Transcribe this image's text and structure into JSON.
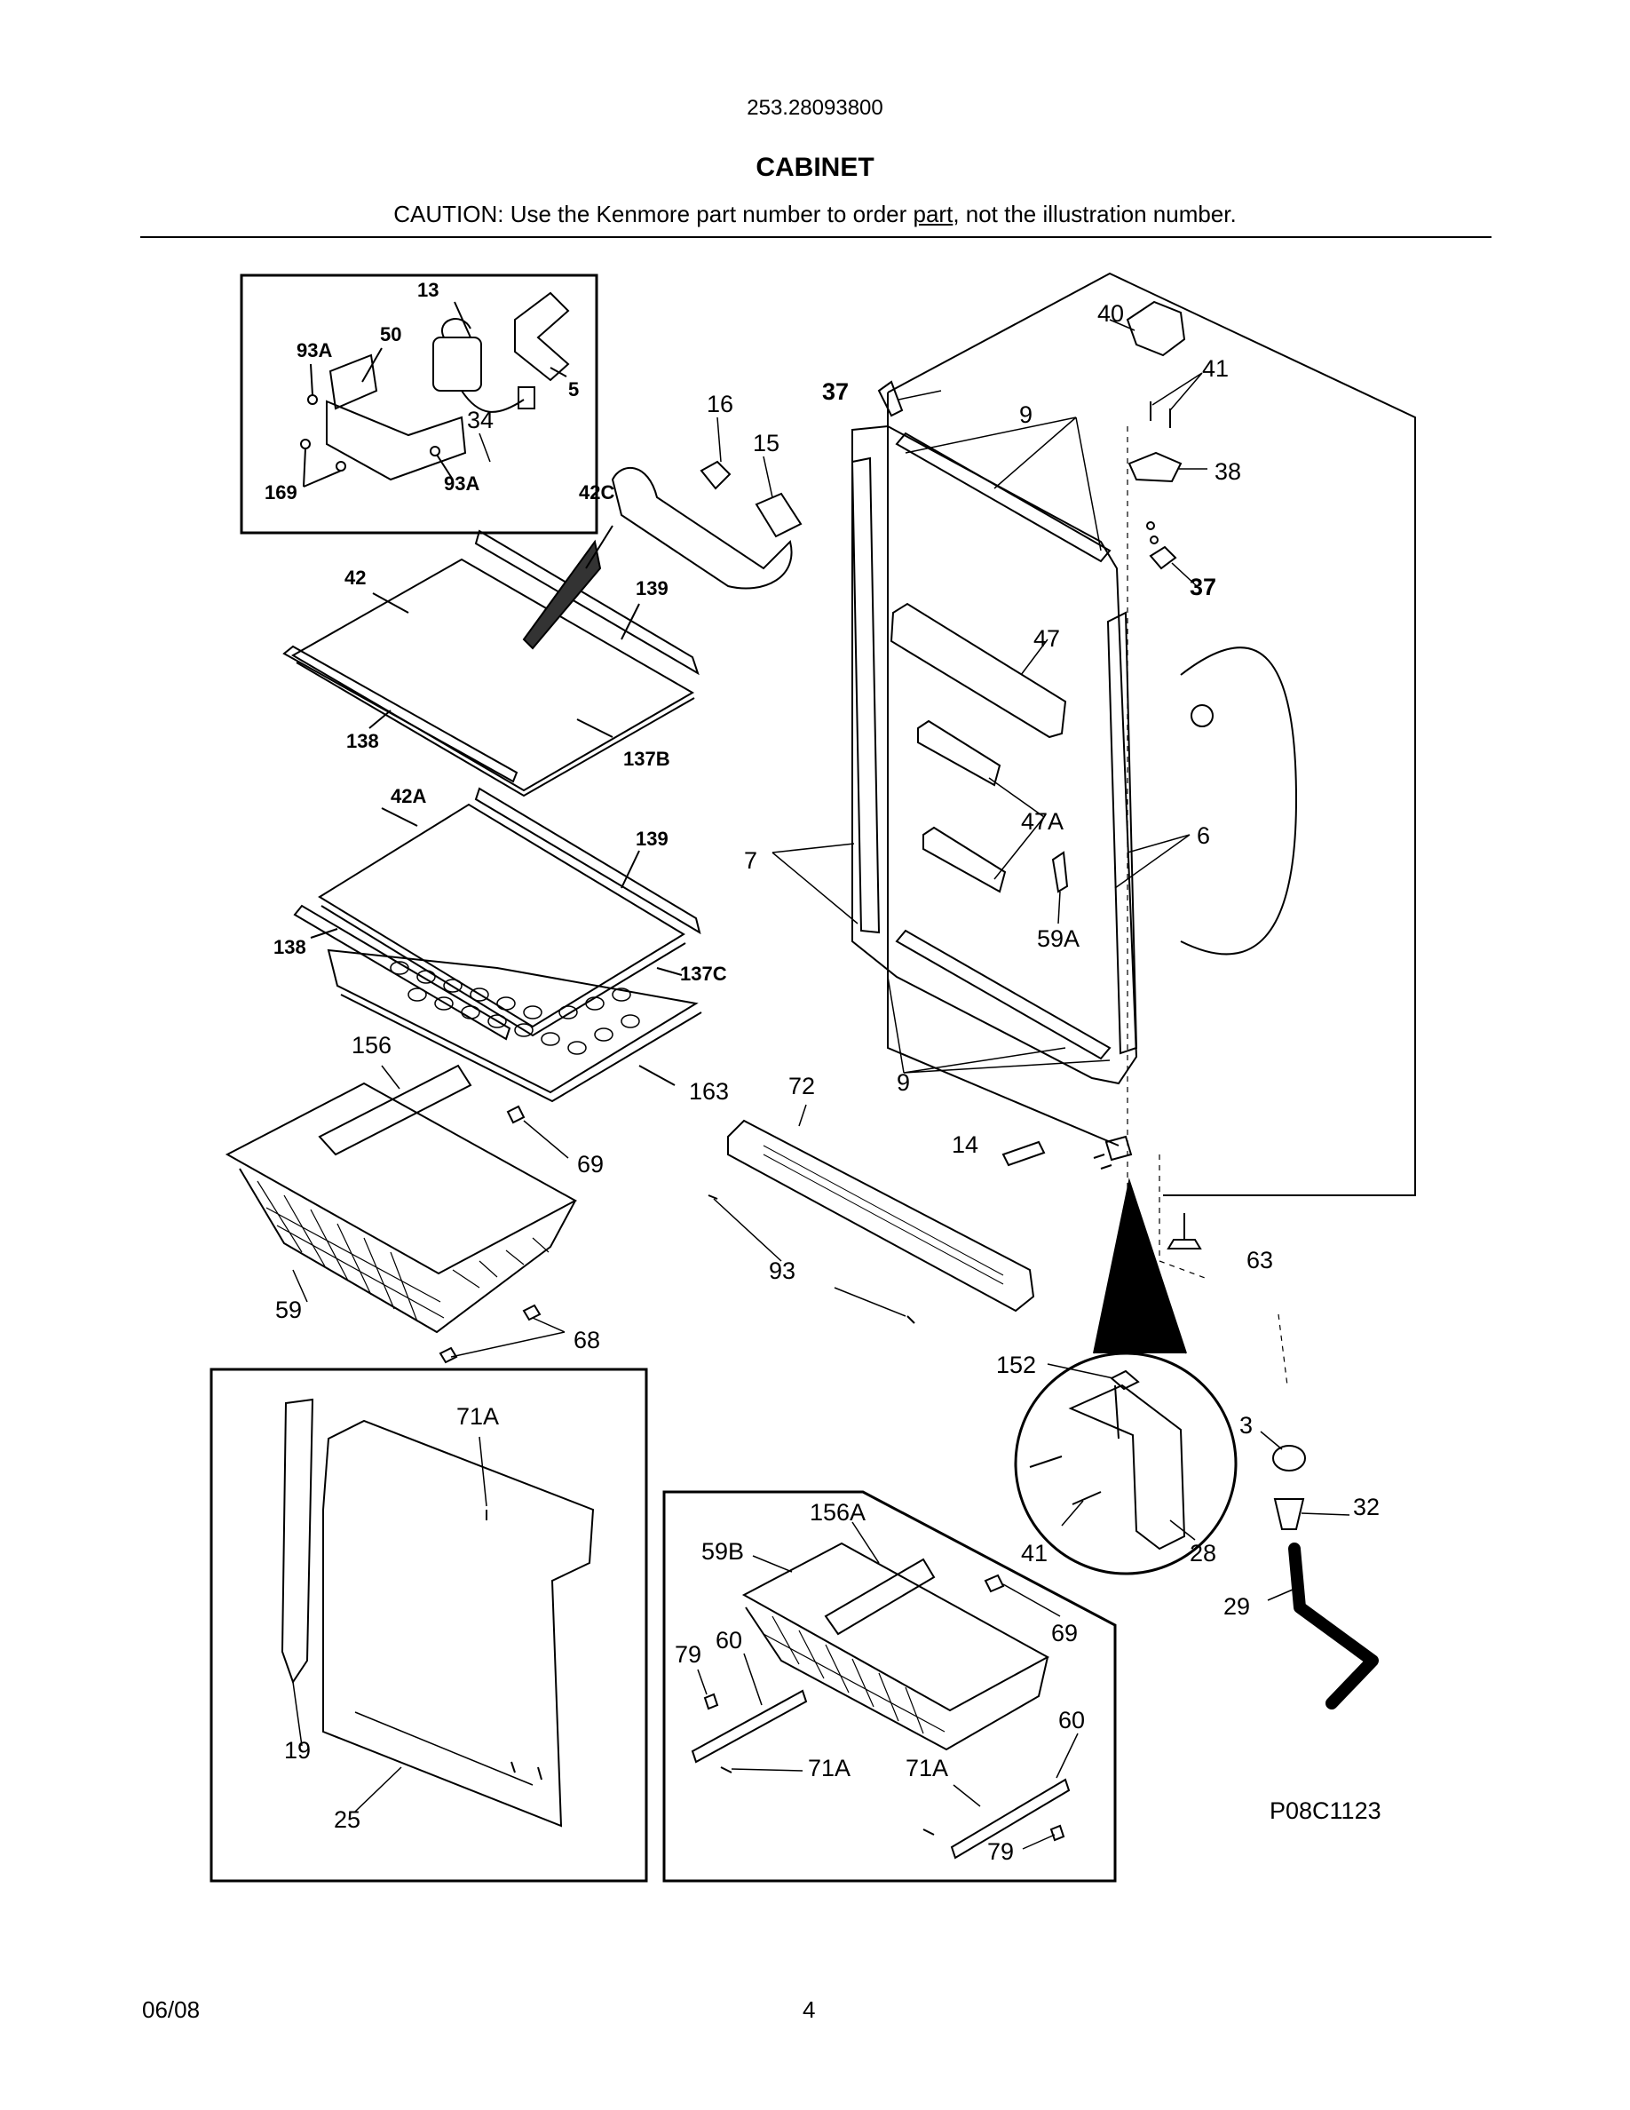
{
  "header": {
    "model_number": "253.28093800",
    "section_title": "CABINET",
    "caution_prefix": "CAUTION: Use the Kenmore part number to order ",
    "caution_underlined": "part",
    "caution_suffix": ", not the illustration number."
  },
  "diagram": {
    "reference_code": "P08C1123",
    "callouts": {
      "inset_top": [
        "13",
        "93A",
        "50",
        "5",
        "169",
        "93A"
      ],
      "shelves": [
        "42C",
        "42",
        "139",
        "138",
        "137B",
        "42A",
        "139",
        "138",
        "137C",
        "163"
      ],
      "parts": [
        "34",
        "16",
        "15",
        "37",
        "9",
        "40",
        "41",
        "38",
        "37",
        "47",
        "47A",
        "7",
        "6",
        "59A",
        "9",
        "72",
        "14",
        "63",
        "93",
        "156",
        "69",
        "59",
        "68",
        "152",
        "3",
        "32",
        "41",
        "28",
        "29"
      ],
      "inset_cover": [
        "71A",
        "19",
        "25"
      ],
      "inset_basket": [
        "156A",
        "59B",
        "69",
        "79",
        "60",
        "71A",
        "71A",
        "60",
        "79"
      ]
    }
  },
  "footer": {
    "date": "06/08",
    "page": "4"
  }
}
